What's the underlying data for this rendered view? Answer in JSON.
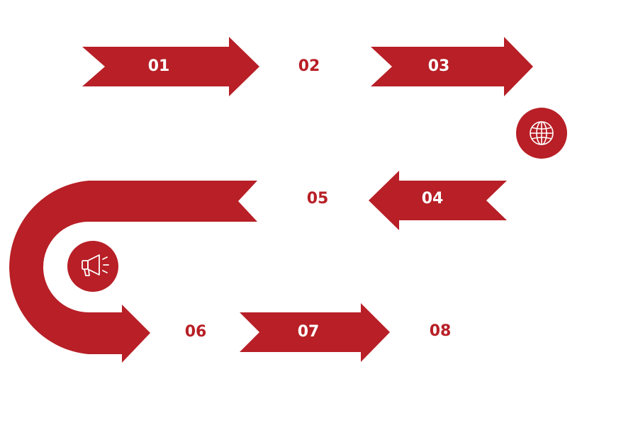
{
  "colors": {
    "accent": "#b81f26",
    "text_on_accent": "#ffffff",
    "background": "#ffffff"
  },
  "steps": [
    {
      "label": "01"
    },
    {
      "label": "02"
    },
    {
      "label": "03"
    },
    {
      "label": "04"
    },
    {
      "label": "05"
    },
    {
      "label": "06"
    },
    {
      "label": "07"
    },
    {
      "label": "08"
    }
  ],
  "icons": [
    {
      "name": "globe-icon"
    },
    {
      "name": "megaphone-icon"
    }
  ]
}
